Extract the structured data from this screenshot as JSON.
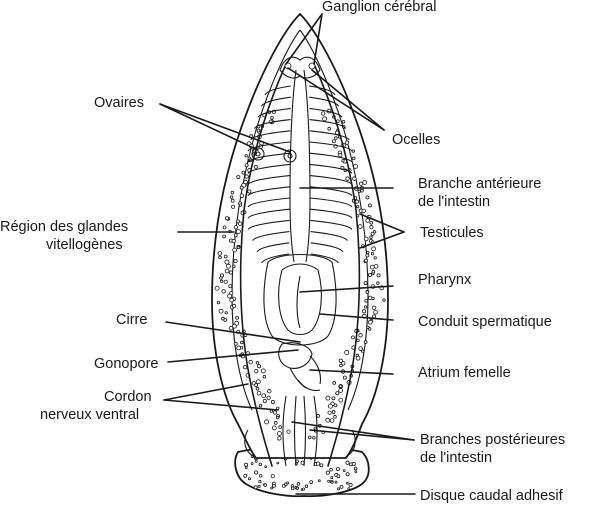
{
  "labels": {
    "ganglion": "Ganglion cérébral",
    "ovaires": "Ovaires",
    "ocelles": "Ocelles",
    "branche_ant_1": "Branche antérieure",
    "branche_ant_2": "de l'intestin",
    "region_1": "Région des glandes",
    "region_2": "vitellogènes",
    "testicules": "Testicules",
    "pharynx": "Pharynx",
    "cirre": "Cirre",
    "conduit": "Conduit spermatique",
    "gonopore": "Gonopore",
    "atrium": "Atrium femelle",
    "cordon_1": "Cordon",
    "cordon_2": "nerveux ventral",
    "branches_post_1": "Branches postérieures",
    "branches_post_2": "de l'intestin",
    "disque": "Disque caudal adhesif"
  }
}
